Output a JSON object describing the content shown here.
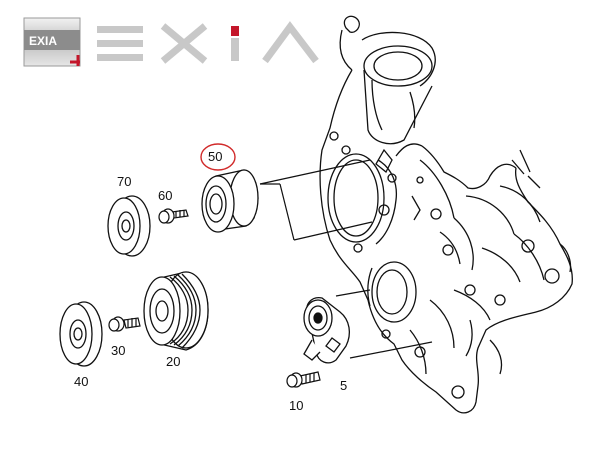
{
  "logo": {
    "badge_text": "EXIA",
    "wordmark": "EXIA",
    "accent_color": "#c4162a",
    "gray_color": "#bdbdbd"
  },
  "diagram": {
    "callouts": [
      {
        "id": "50",
        "label": "50",
        "circled": true
      },
      {
        "id": "70",
        "label": "70"
      },
      {
        "id": "60",
        "label": "60"
      },
      {
        "id": "40",
        "label": "40"
      },
      {
        "id": "30",
        "label": "30"
      },
      {
        "id": "20",
        "label": "20"
      },
      {
        "id": "5",
        "label": "5"
      },
      {
        "id": "10",
        "label": "10"
      }
    ],
    "line_color": "#111111",
    "highlight_color": "#d12a2a"
  }
}
